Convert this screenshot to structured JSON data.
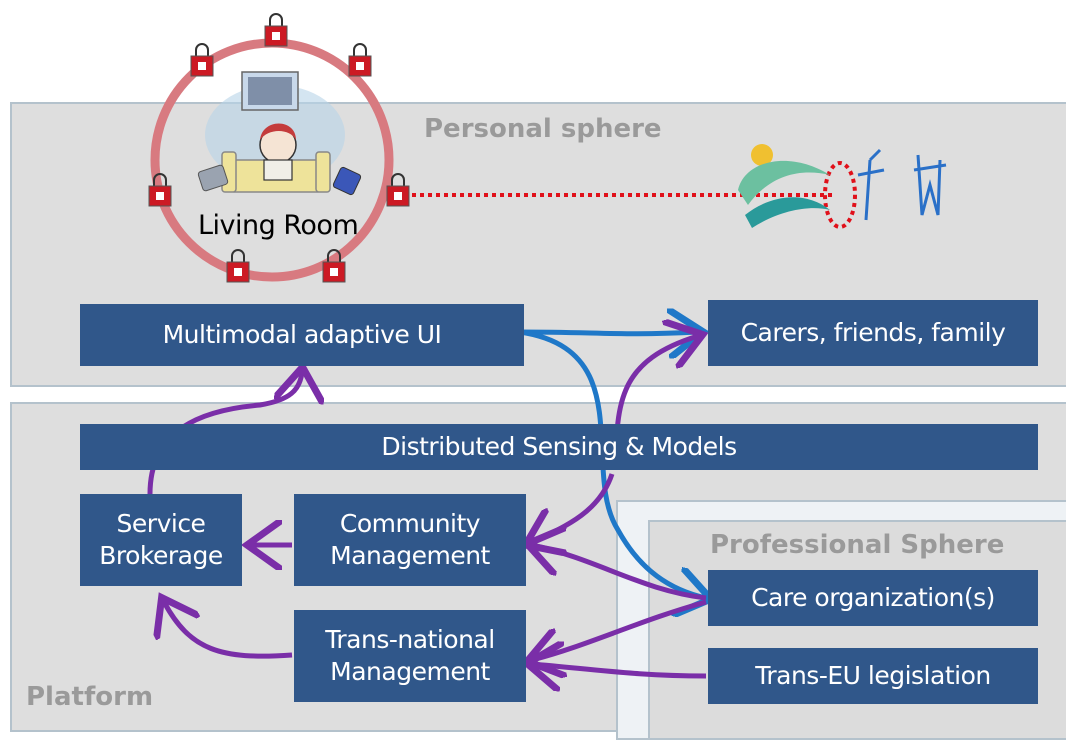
{
  "colors": {
    "box_fill": "#30578a",
    "box_text": "#ffffff",
    "panel_fill": "#dedede",
    "panel_border": "#b4c2cc",
    "sphere_label": "#9a9a9a",
    "arrow_blue": "#1f78c8",
    "arrow_purple": "#7a2ea8",
    "ring": "#d87a80",
    "sensor": "#cc1a24",
    "link_dotted": "#e0101a"
  },
  "labels": {
    "personal_sphere": "Personal sphere",
    "professional_sphere": "Professional Sphere",
    "platform": "Platform",
    "living_room": "Living Room"
  },
  "boxes": {
    "multimodal_ui": "Multimodal adaptive UI",
    "carers": "Carers, friends, family",
    "sensing": "Distributed Sensing & Models",
    "service_brokerage": "Service\nBrokerage",
    "community_mgmt": "Community\nManagement",
    "transnational_mgmt": "Trans-national\nManagement",
    "care_org": "Care organization(s)",
    "trans_eu": "Trans-EU legislation"
  },
  "icons": {
    "sensor": "sensor-lock-icon",
    "tv": "smart-tv-icon",
    "person": "elderly-person-icon",
    "logo": "project-logo-icon"
  }
}
